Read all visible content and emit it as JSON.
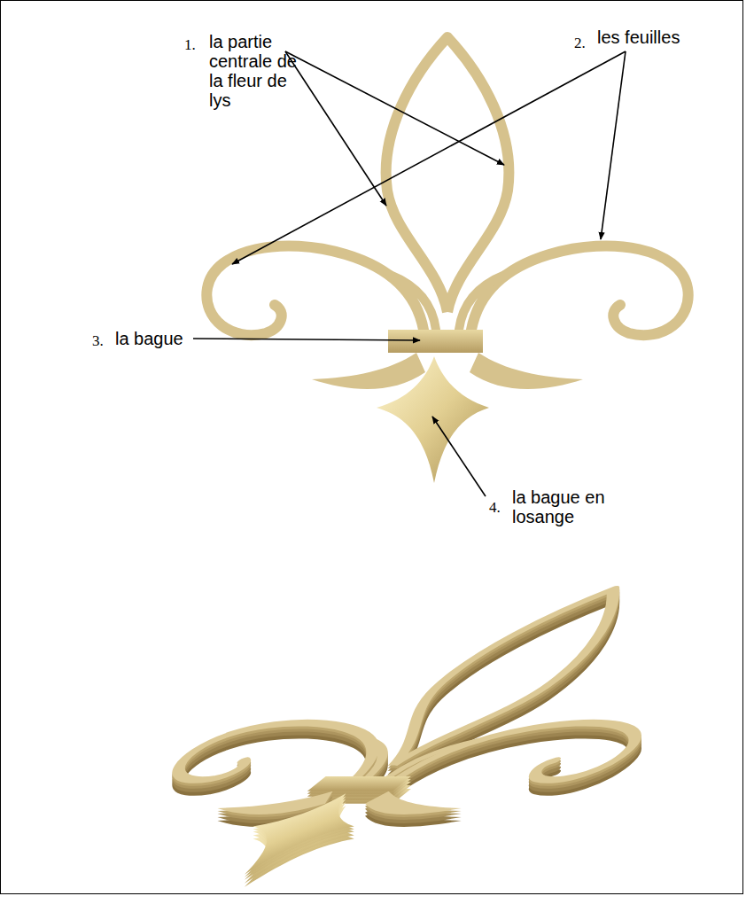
{
  "diagram": {
    "labels": [
      "1.",
      "la partie centrale de la fleur de lys",
      "2.",
      "les feuilles",
      "3.",
      "la bague",
      "4.",
      "la bague en losange"
    ]
  }
}
